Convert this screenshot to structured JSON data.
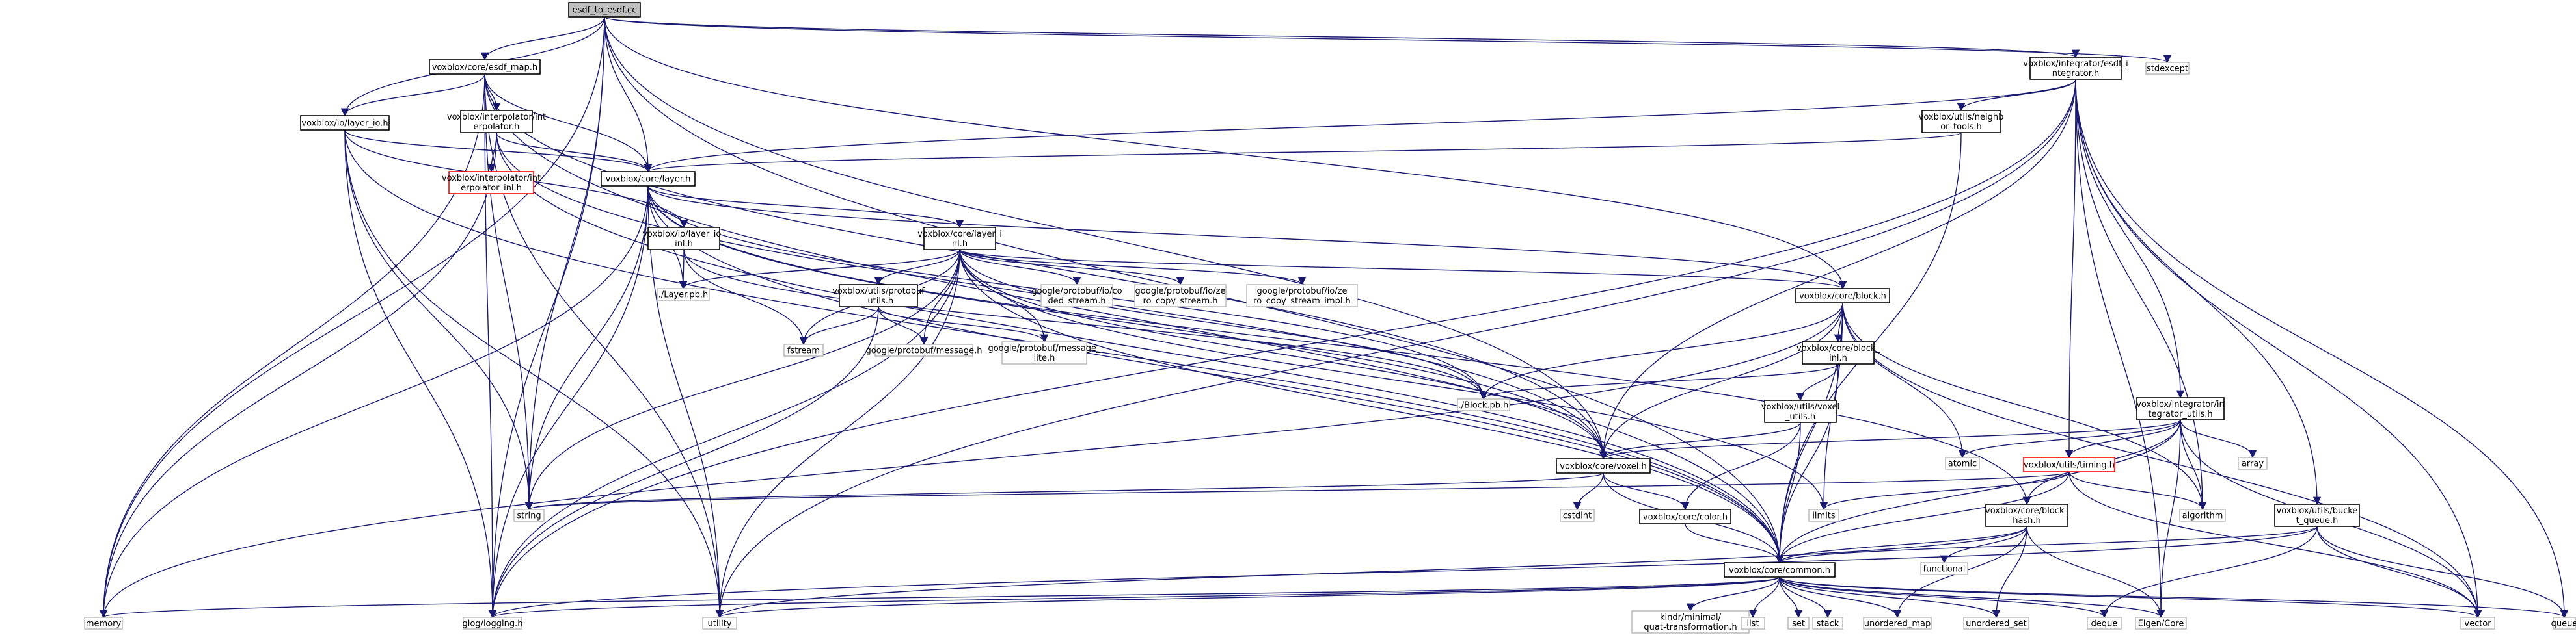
{
  "graph": {
    "nodes": [
      {
        "id": "esdf_to_esdf_cc",
        "label": "esdf_to_esdf.cc",
        "style": "root"
      },
      {
        "id": "esdf_map_h",
        "label": "voxblox/core/esdf_map.h",
        "style": "doc"
      },
      {
        "id": "esdf_integrator_h",
        "label": "voxblox/integrator/esdf_integrator.h",
        "style": "doc"
      },
      {
        "id": "stdexcept",
        "label": "stdexcept",
        "style": "sys"
      },
      {
        "id": "layer_io_h",
        "label": "voxblox/io/layer_io.h",
        "style": "doc"
      },
      {
        "id": "interpolator_h",
        "label": "voxblox/interpolator/interpolator.h",
        "style": "doc"
      },
      {
        "id": "neighbor_tools_h",
        "label": "voxblox/utils/neighbor_tools.h",
        "style": "doc"
      },
      {
        "id": "interpolator_inl_h",
        "label": "voxblox/interpolator/interpolator_inl.h",
        "style": "red"
      },
      {
        "id": "layer_h",
        "label": "voxblox/core/layer.h",
        "style": "doc"
      },
      {
        "id": "layer_io_inl_h",
        "label": "voxblox/io/layer_io_inl.h",
        "style": "doc"
      },
      {
        "id": "layer_inl_h",
        "label": "voxblox/core/layer_inl.h",
        "style": "doc"
      },
      {
        "id": "layer_pb_h",
        "label": "./Layer.pb.h",
        "style": "sys"
      },
      {
        "id": "protobuf_utils_h",
        "label": "voxblox/utils/protobuf_utils.h",
        "style": "doc"
      },
      {
        "id": "coded_stream_h",
        "label": "google/protobuf/io/coded_stream.h",
        "style": "sys"
      },
      {
        "id": "zero_copy_stream_h",
        "label": "google/protobuf/io/zero_copy_stream.h",
        "style": "sys"
      },
      {
        "id": "zero_copy_stream_impl_h",
        "label": "google/protobuf/io/zero_copy_stream_impl.h",
        "style": "sys"
      },
      {
        "id": "block_h",
        "label": "voxblox/core/block.h",
        "style": "doc"
      },
      {
        "id": "fstream",
        "label": "fstream",
        "style": "sys"
      },
      {
        "id": "message_h",
        "label": "google/protobuf/message.h",
        "style": "sys"
      },
      {
        "id": "message_lite_h",
        "label": "google/protobuf/message_lite.h",
        "style": "sys"
      },
      {
        "id": "block_inl_h",
        "label": "voxblox/core/block_inl.h",
        "style": "doc"
      },
      {
        "id": "block_pb_h",
        "label": "./Block.pb.h",
        "style": "sys"
      },
      {
        "id": "voxel_utils_h",
        "label": "voxblox/utils/voxel_utils.h",
        "style": "doc"
      },
      {
        "id": "integrator_utils_h",
        "label": "voxblox/integrator/integrator_utils.h",
        "style": "doc"
      },
      {
        "id": "atomic",
        "label": "atomic",
        "style": "sys"
      },
      {
        "id": "timing_h",
        "label": "voxblox/utils/timing.h",
        "style": "red"
      },
      {
        "id": "array",
        "label": "array",
        "style": "sys"
      },
      {
        "id": "voxel_h",
        "label": "voxblox/core/voxel.h",
        "style": "doc"
      },
      {
        "id": "string",
        "label": "string",
        "style": "sys"
      },
      {
        "id": "limits",
        "label": "limits",
        "style": "sys"
      },
      {
        "id": "algorithm",
        "label": "algorithm",
        "style": "sys"
      },
      {
        "id": "block_hash_h",
        "label": "voxblox/core/block_hash.h",
        "style": "doc"
      },
      {
        "id": "bucket_queue_h",
        "label": "voxblox/utils/bucket_queue.h",
        "style": "doc"
      },
      {
        "id": "cstdint",
        "label": "cstdint",
        "style": "sys"
      },
      {
        "id": "color_h",
        "label": "voxblox/core/color.h",
        "style": "doc"
      },
      {
        "id": "functional",
        "label": "functional",
        "style": "sys"
      },
      {
        "id": "common_h",
        "label": "voxblox/core/common.h",
        "style": "doc"
      },
      {
        "id": "memory",
        "label": "memory",
        "style": "sys"
      },
      {
        "id": "glog_h",
        "label": "glog/logging.h",
        "style": "sys"
      },
      {
        "id": "utility",
        "label": "utility",
        "style": "sys"
      },
      {
        "id": "kindr_h",
        "label": "kindr/minimal/quat-transformation.h",
        "style": "sys"
      },
      {
        "id": "list",
        "label": "list",
        "style": "sys"
      },
      {
        "id": "set",
        "label": "set",
        "style": "sys"
      },
      {
        "id": "stack",
        "label": "stack",
        "style": "sys"
      },
      {
        "id": "unordered_map",
        "label": "unordered_map",
        "style": "sys"
      },
      {
        "id": "unordered_set",
        "label": "unordered_set",
        "style": "sys"
      },
      {
        "id": "deque",
        "label": "deque",
        "style": "sys"
      },
      {
        "id": "eigen_core",
        "label": "Eigen/Core",
        "style": "sys"
      },
      {
        "id": "vector",
        "label": "vector",
        "style": "sys"
      },
      {
        "id": "queue",
        "label": "queue",
        "style": "sys"
      }
    ],
    "edges": [
      [
        "esdf_to_esdf_cc",
        "esdf_map_h"
      ],
      [
        "esdf_to_esdf_cc",
        "esdf_integrator_h"
      ],
      [
        "esdf_to_esdf_cc",
        "stdexcept"
      ],
      [
        "esdf_to_esdf_cc",
        "layer_io_h"
      ],
      [
        "esdf_to_esdf_cc",
        "layer_h"
      ],
      [
        "esdf_to_esdf_cc",
        "voxel_h"
      ],
      [
        "esdf_to_esdf_cc",
        "block_h"
      ],
      [
        "esdf_to_esdf_cc",
        "memory"
      ],
      [
        "esdf_to_esdf_cc",
        "glog_h"
      ],
      [
        "esdf_to_esdf_cc",
        "string"
      ],
      [
        "esdf_to_esdf_cc",
        "common_h"
      ],
      [
        "esdf_map_h",
        "layer_io_h"
      ],
      [
        "esdf_map_h",
        "interpolator_h"
      ],
      [
        "esdf_map_h",
        "layer_h"
      ],
      [
        "esdf_map_h",
        "voxel_h"
      ],
      [
        "esdf_map_h",
        "common_h"
      ],
      [
        "esdf_map_h",
        "memory"
      ],
      [
        "esdf_map_h",
        "glog_h"
      ],
      [
        "esdf_map_h",
        "utility"
      ],
      [
        "esdf_map_h",
        "string"
      ],
      [
        "esdf_integrator_h",
        "neighbor_tools_h"
      ],
      [
        "esdf_integrator_h",
        "layer_h"
      ],
      [
        "esdf_integrator_h",
        "voxel_h"
      ],
      [
        "esdf_integrator_h",
        "integrator_utils_h"
      ],
      [
        "esdf_integrator_h",
        "timing_h"
      ],
      [
        "esdf_integrator_h",
        "bucket_queue_h"
      ],
      [
        "esdf_integrator_h",
        "algorithm"
      ],
      [
        "esdf_integrator_h",
        "queue"
      ],
      [
        "esdf_integrator_h",
        "vector"
      ],
      [
        "esdf_integrator_h",
        "eigen_core"
      ],
      [
        "esdf_integrator_h",
        "glog_h"
      ],
      [
        "esdf_integrator_h",
        "utility"
      ],
      [
        "layer_io_h",
        "layer_h"
      ],
      [
        "layer_io_h",
        "layer_io_inl_h"
      ],
      [
        "layer_io_h",
        "string"
      ],
      [
        "layer_io_h",
        "glog_h"
      ],
      [
        "layer_io_h",
        "utility"
      ],
      [
        "layer_io_h",
        "common_h"
      ],
      [
        "interpolator_h",
        "interpolator_inl_h"
      ],
      [
        "interpolator_h",
        "layer_h"
      ],
      [
        "interpolator_h",
        "voxel_h"
      ],
      [
        "interpolator_h",
        "memory"
      ],
      [
        "interpolator_h",
        "common_h"
      ],
      [
        "neighbor_tools_h",
        "layer_h"
      ],
      [
        "neighbor_tools_h",
        "common_h"
      ],
      [
        "layer_h",
        "layer_inl_h"
      ],
      [
        "layer_h",
        "block_h"
      ],
      [
        "layer_h",
        "layer_pb_h"
      ],
      [
        "layer_h",
        "block_pb_h"
      ],
      [
        "layer_h",
        "voxel_h"
      ],
      [
        "layer_h",
        "block_hash_h"
      ],
      [
        "layer_h",
        "common_h"
      ],
      [
        "layer_h",
        "string"
      ],
      [
        "layer_h",
        "memory"
      ],
      [
        "layer_h",
        "glog_h"
      ],
      [
        "layer_h",
        "utility"
      ],
      [
        "layer_io_inl_h",
        "layer_pb_h"
      ],
      [
        "layer_io_inl_h",
        "fstream"
      ],
      [
        "layer_io_inl_h",
        "block_pb_h"
      ],
      [
        "layer_inl_h",
        "protobuf_utils_h"
      ],
      [
        "layer_inl_h",
        "coded_stream_h"
      ],
      [
        "layer_inl_h",
        "zero_copy_stream_h"
      ],
      [
        "layer_inl_h",
        "zero_copy_stream_impl_h"
      ],
      [
        "layer_inl_h",
        "block_h"
      ],
      [
        "layer_inl_h",
        "layer_pb_h"
      ],
      [
        "layer_inl_h",
        "block_pb_h"
      ],
      [
        "layer_inl_h",
        "fstream"
      ],
      [
        "layer_inl_h",
        "message_h"
      ],
      [
        "layer_inl_h",
        "message_lite_h"
      ],
      [
        "layer_inl_h",
        "voxel_h"
      ],
      [
        "layer_inl_h",
        "limits"
      ],
      [
        "layer_inl_h",
        "common_h"
      ],
      [
        "layer_inl_h",
        "string"
      ],
      [
        "layer_inl_h",
        "glog_h"
      ],
      [
        "layer_inl_h",
        "utility"
      ],
      [
        "protobuf_utils_h",
        "fstream"
      ],
      [
        "protobuf_utils_h",
        "message_h"
      ],
      [
        "protobuf_utils_h",
        "message_lite_h"
      ],
      [
        "protobuf_utils_h",
        "glog_h"
      ],
      [
        "block_h",
        "block_inl_h"
      ],
      [
        "block_h",
        "block_pb_h"
      ],
      [
        "block_h",
        "voxel_h"
      ],
      [
        "block_h",
        "common_h"
      ],
      [
        "block_h",
        "atomic"
      ],
      [
        "block_h",
        "limits"
      ],
      [
        "block_h",
        "vector"
      ],
      [
        "block_h",
        "algorithm"
      ],
      [
        "block_h",
        "memory"
      ],
      [
        "block_inl_h",
        "voxel_utils_h"
      ],
      [
        "block_inl_h",
        "block_pb_h"
      ],
      [
        "block_inl_h",
        "common_h"
      ],
      [
        "voxel_utils_h",
        "voxel_h"
      ],
      [
        "voxel_utils_h",
        "color_h"
      ],
      [
        "voxel_utils_h",
        "common_h"
      ],
      [
        "integrator_utils_h",
        "atomic"
      ],
      [
        "integrator_utils_h",
        "timing_h"
      ],
      [
        "integrator_utils_h",
        "array"
      ],
      [
        "integrator_utils_h",
        "algorithm"
      ],
      [
        "integrator_utils_h",
        "block_hash_h"
      ],
      [
        "integrator_utils_h",
        "common_h"
      ],
      [
        "integrator_utils_h",
        "voxel_h"
      ],
      [
        "integrator_utils_h",
        "eigen_core"
      ],
      [
        "integrator_utils_h",
        "vector"
      ],
      [
        "timing_h",
        "string"
      ],
      [
        "timing_h",
        "limits"
      ],
      [
        "timing_h",
        "algorithm"
      ],
      [
        "timing_h",
        "vector"
      ],
      [
        "timing_h",
        "common_h"
      ],
      [
        "voxel_h",
        "string"
      ],
      [
        "voxel_h",
        "cstdint"
      ],
      [
        "voxel_h",
        "color_h"
      ],
      [
        "voxel_h",
        "common_h"
      ],
      [
        "color_h",
        "common_h"
      ],
      [
        "block_hash_h",
        "functional"
      ],
      [
        "block_hash_h",
        "unordered_map"
      ],
      [
        "block_hash_h",
        "unordered_set"
      ],
      [
        "block_hash_h",
        "eigen_core"
      ],
      [
        "block_hash_h",
        "common_h"
      ],
      [
        "block_hash_h",
        "utility"
      ],
      [
        "bucket_queue_h",
        "common_h"
      ],
      [
        "bucket_queue_h",
        "deque"
      ],
      [
        "bucket_queue_h",
        "queue"
      ],
      [
        "bucket_queue_h",
        "vector"
      ],
      [
        "bucket_queue_h",
        "glog_h"
      ],
      [
        "common_h",
        "memory"
      ],
      [
        "common_h",
        "glog_h"
      ],
      [
        "common_h",
        "utility"
      ],
      [
        "common_h",
        "kindr_h"
      ],
      [
        "common_h",
        "list"
      ],
      [
        "common_h",
        "set"
      ],
      [
        "common_h",
        "stack"
      ],
      [
        "common_h",
        "unordered_map"
      ],
      [
        "common_h",
        "unordered_set"
      ],
      [
        "common_h",
        "deque"
      ],
      [
        "common_h",
        "eigen_core"
      ],
      [
        "common_h",
        "vector"
      ],
      [
        "common_h",
        "queue"
      ]
    ]
  }
}
